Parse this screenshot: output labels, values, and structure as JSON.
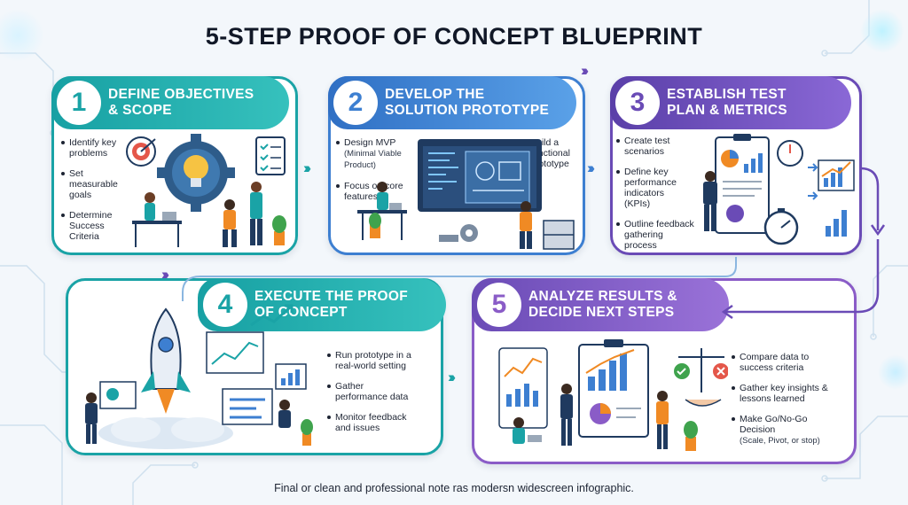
{
  "title": "5-STEP PROOF OF CONCEPT BLUEPRINT",
  "footer": "Final or clean and professional note ras modersn widescreen infographic.",
  "colors": {
    "teal": "#1aa3a6",
    "blue": "#3d7fd1",
    "purple": "#6a4bb6",
    "purple_light": "#8a5cc7",
    "navy": "#1f3a5f",
    "orange": "#f08a24"
  },
  "steps": [
    {
      "number": "1",
      "title": "DEFINE OBJECTIVES\n& SCOPE",
      "bullets": [
        "Identify key\nproblems",
        "Set\nmeasurable\ngoals",
        "Determine\nSuccess\nCriteria"
      ],
      "icons": [
        "lightbulb-gear-icon",
        "target-icon",
        "checklist-icon",
        "people-icon"
      ]
    },
    {
      "number": "2",
      "title": "DEVELOP THE\nSOLUTION PROTOTYPE",
      "bullets": [
        "Design MVP",
        "Focus on core\nfeatures"
      ],
      "bullet_note": "(Minimal Viable\nProduct)",
      "right_bullet": "Build a\nfunctional\nprototype",
      "icons": [
        "code-screen-icon",
        "blueprint-icon",
        "tools-icon"
      ]
    },
    {
      "number": "3",
      "title": "ESTABLISH TEST\nPLAN & METRICS",
      "bullets": [
        "Create test\nscenarios",
        "Define key\nperformance\nindicators\n(KPIs)",
        "Outline feedback\ngathering\nprocess"
      ],
      "icons": [
        "clipboard-chart-icon",
        "stopwatch-icon"
      ]
    },
    {
      "number": "4",
      "title": "EXECUTE THE PROOF\nOF CONCEPT",
      "bullets": [
        "Run prototype in a\nreal-world setting",
        "Gather\nperformance data",
        "Monitor feedback\nand issues"
      ],
      "icons": [
        "rocket-icon",
        "dashboard-icon"
      ]
    },
    {
      "number": "5",
      "title": "ANALYZE RESULTS &\nDECIDE NEXT STEPS",
      "bullets": [
        "Compare data to\nsuccess criteria",
        "Gather key insights &\nlessons learned",
        "Make Go/No-Go\nDecision"
      ],
      "bullet_note": "(Scale, Pivot, or stop)",
      "icons": [
        "scale-icon",
        "report-icon"
      ]
    }
  ]
}
